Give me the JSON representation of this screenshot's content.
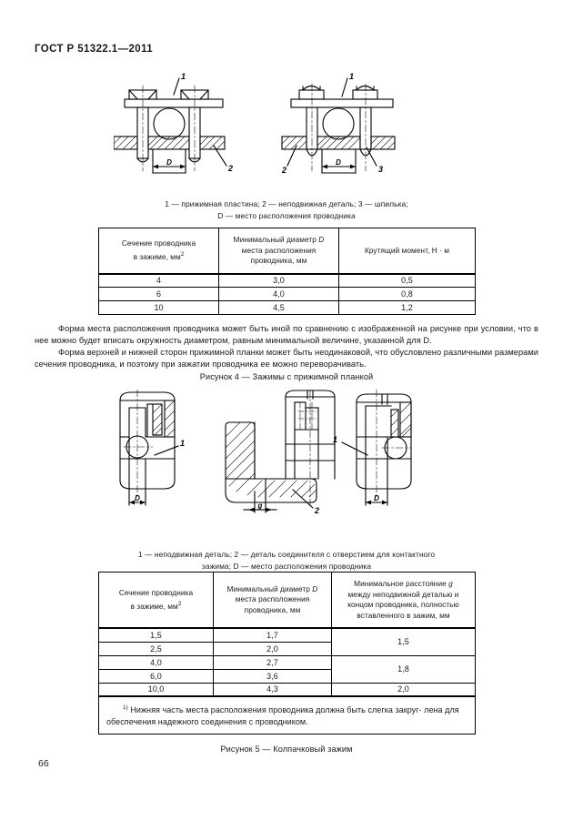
{
  "header": {
    "standard": "ГОСТ Р 51322.1—2011"
  },
  "page": {
    "number": "66"
  },
  "figure4": {
    "legend_line1": "1 — прижимная пластина; 2 — неподвижная деталь; 3 — шпилька;",
    "legend_line2": "D — место расположения проводника",
    "caption": "Рисунок 4 — Зажимы с прижимной планкой",
    "labels": {
      "one": "1",
      "two": "2",
      "three": "3",
      "dim_d": "D"
    }
  },
  "table1": {
    "headers": [
      "Сечение проводника\nв зажиме, мм²",
      "Минимальный диаметр D\nместа расположения\nпроводника, мм",
      "Крутящий момент, Н · м"
    ],
    "header_col1_l1": "Сечение проводника",
    "header_col1_l2": "в зажиме, мм",
    "header_col1_sup": "2",
    "header_col2_l1a": "Минимальный диаметр ",
    "header_col2_l1b": "D",
    "header_col2_l2": "места расположения",
    "header_col2_l3": "проводника, мм",
    "header_col3": "Крутящий момент, Н · м",
    "rows": [
      [
        "4",
        "3,0",
        "0,5"
      ],
      [
        "6",
        "4,0",
        "0,8"
      ],
      [
        "10",
        "4,5",
        "1,2"
      ]
    ]
  },
  "paragraphs": {
    "p1": "Форма места расположения проводника может быть иной по сравнению с изображенной на рисунке при условии, что в нее можно будет вписать окружность диаметром, равным минимальной величине, указанной для D.",
    "p2": "Форма верхней и нижней сторон прижимной планки может быть неодинаковой, что обусловлено различными размерами сечения проводника, и поэтому при зажатии проводника ее можно переворачивать."
  },
  "figure5": {
    "legend_line1": "1 — неподвижная деталь; 2 — деталь соединителя с отверстием для контактного",
    "legend_line2": "зажима; D — место расположения проводника",
    "caption": "Рисунок 5 — Колпачковый зажим",
    "labels": {
      "one": "1",
      "two": "2",
      "dim_d": "D",
      "dim_g": "g"
    }
  },
  "table2": {
    "header_col1_l1": "Сечение проводника",
    "header_col1_l2": "в зажиме, мм",
    "header_col1_sup": "2",
    "header_col2_l1a": "Минимальный диаметр ",
    "header_col2_l1b": "D",
    "header_col2_l2": "места расположения",
    "header_col2_l3": "проводника, мм",
    "header_col3_l1a": "Минимальное расстояние ",
    "header_col3_l1b": "g",
    "header_col3_l2": "между неподвижной деталью и",
    "header_col3_l3": "концом проводника, полностью",
    "header_col3_l4": "вставленного в зажим, мм",
    "rows": [
      {
        "section": "1,5",
        "diameter": "1,7"
      },
      {
        "section": "2,5",
        "diameter": "2,0"
      },
      {
        "section": "4,0",
        "diameter": "2,7"
      },
      {
        "section": "6,0",
        "diameter": "3,6"
      },
      {
        "section": "10,0",
        "diameter": "4,3"
      }
    ],
    "distances": [
      "1,5",
      "1,8",
      "2,0"
    ],
    "note_marker": "1)",
    "note_line1": "Нижняя часть места расположения проводника должна быть слегка закруг-",
    "note_line2": "лена для обеспечения надежного соединения с проводником."
  }
}
